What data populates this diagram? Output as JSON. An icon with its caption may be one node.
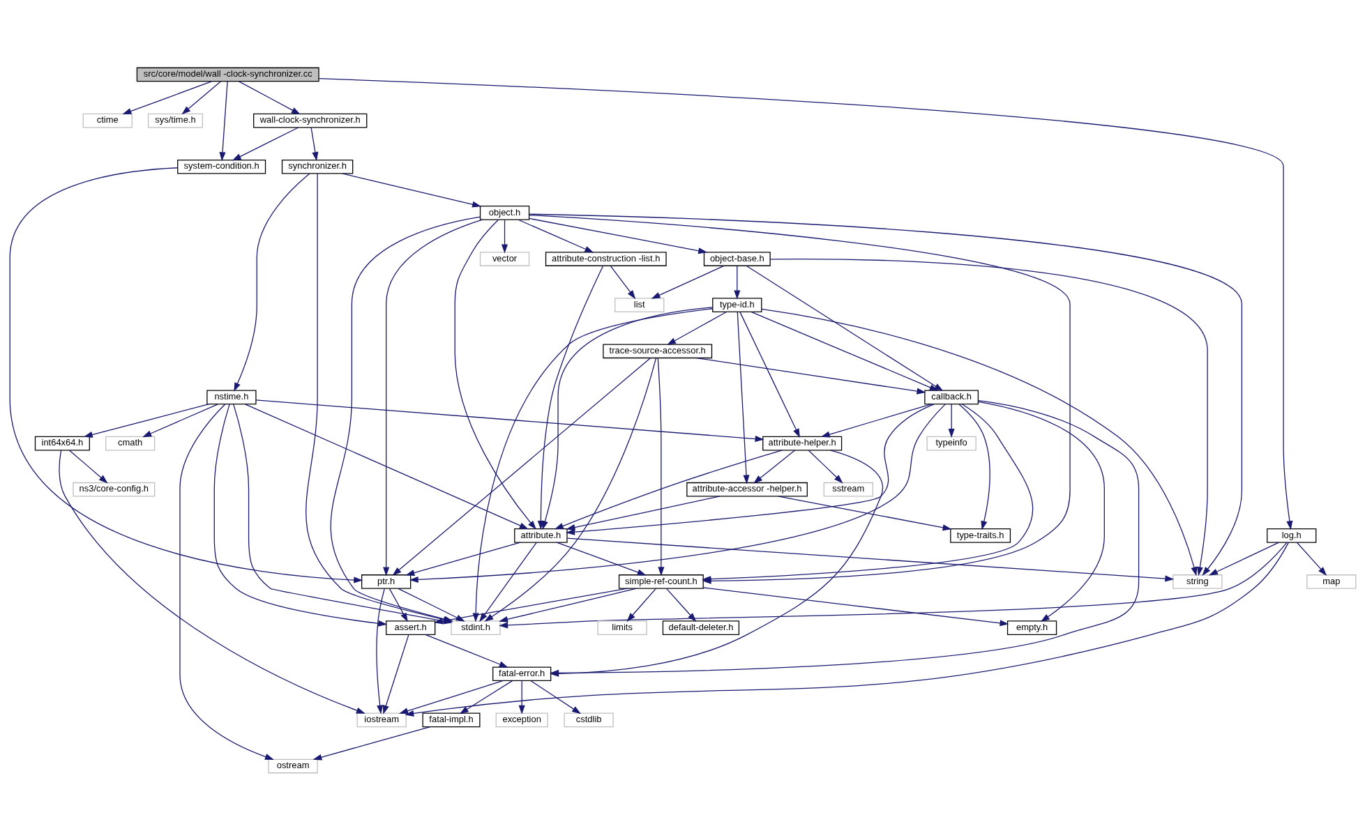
{
  "diagram": {
    "nodes": [
      {
        "text": [
          "src/core/model/wall -clock-synchronizer.cc"
        ]
      },
      {
        "text": [
          "ctime"
        ]
      },
      {
        "text": [
          "sys/time.h"
        ]
      },
      {
        "text": [
          "wall-clock-synchronizer.h"
        ]
      },
      {
        "text": [
          "system-condition.h"
        ]
      },
      {
        "text": [
          "synchronizer.h"
        ]
      },
      {
        "text": [
          "object.h"
        ]
      },
      {
        "text": [
          "attribute-construction -list.h"
        ]
      },
      {
        "text": [
          "vector"
        ]
      },
      {
        "text": [
          "object-base.h"
        ]
      },
      {
        "text": [
          "list"
        ]
      },
      {
        "text": [
          "type-id.h"
        ]
      },
      {
        "text": [
          "trace-source-accessor.h"
        ]
      },
      {
        "text": [
          "callback.h"
        ]
      },
      {
        "text": [
          "typeinfo"
        ]
      },
      {
        "text": [
          "attribute-helper.h"
        ]
      },
      {
        "text": [
          "sstream"
        ]
      },
      {
        "text": [
          "nstime.h"
        ]
      },
      {
        "text": [
          "int64x64.h"
        ]
      },
      {
        "text": [
          "cmath"
        ]
      },
      {
        "text": [
          "ns3/core-config.h"
        ]
      },
      {
        "text": [
          "attribute-accessor -helper.h"
        ]
      },
      {
        "text": [
          "type-traits.h"
        ]
      },
      {
        "text": [
          "attribute.h"
        ]
      },
      {
        "text": [
          "log.h"
        ]
      },
      {
        "text": [
          "map"
        ]
      },
      {
        "text": [
          "simple-ref-count.h"
        ]
      },
      {
        "text": [
          "ptr.h"
        ]
      },
      {
        "text": [
          "string"
        ]
      },
      {
        "text": [
          "default-deleter.h"
        ]
      },
      {
        "text": [
          "limits"
        ]
      },
      {
        "text": [
          "empty.h"
        ]
      },
      {
        "text": [
          "assert.h"
        ]
      },
      {
        "text": [
          "stdint.h"
        ]
      },
      {
        "text": [
          "fatal-error.h"
        ]
      },
      {
        "text": [
          "exception"
        ]
      },
      {
        "text": [
          "cstdlib"
        ]
      },
      {
        "text": [
          "fatal-impl.h"
        ]
      },
      {
        "text": [
          "iostream"
        ]
      },
      {
        "text": [
          "ostream"
        ]
      }
    ],
    "edges": [
      {
        "from": 0,
        "to": 1,
        "arrow": "to"
      },
      {
        "from": 0,
        "to": 2,
        "arrow": "to"
      },
      {
        "from": 0,
        "to": 4,
        "arrow": "to"
      },
      {
        "from": 0,
        "to": 3,
        "arrow": "to"
      },
      {
        "from": 0,
        "to": 24,
        "arrow": "to"
      },
      {
        "from": 3,
        "to": 4,
        "arrow": "to"
      },
      {
        "from": 3,
        "to": 5,
        "arrow": "to"
      },
      {
        "from": 4,
        "to": 27,
        "arrow": "to"
      },
      {
        "from": 5,
        "to": 6,
        "arrow": "to"
      },
      {
        "from": 5,
        "to": 33,
        "arrow": "to"
      },
      {
        "from": 5,
        "to": 17,
        "arrow": "to"
      },
      {
        "from": 6,
        "to": 7,
        "arrow": "to"
      },
      {
        "from": 6,
        "to": 8,
        "arrow": "to"
      },
      {
        "from": 6,
        "to": 9,
        "arrow": "to"
      },
      {
        "from": 6,
        "to": 23,
        "arrow": "to"
      },
      {
        "from": 6,
        "to": 26,
        "arrow": "to"
      },
      {
        "from": 6,
        "to": 27,
        "arrow": "to"
      },
      {
        "from": 6,
        "to": 28,
        "arrow": "to"
      },
      {
        "from": 6,
        "to": 33,
        "arrow": "to"
      },
      {
        "from": 7,
        "to": 10,
        "arrow": "to"
      },
      {
        "from": 7,
        "to": 23,
        "arrow": "to"
      },
      {
        "from": 9,
        "to": 10,
        "arrow": "to"
      },
      {
        "from": 9,
        "to": 13,
        "arrow": "to"
      },
      {
        "from": 9,
        "to": 11,
        "arrow": "to"
      },
      {
        "from": 9,
        "to": 28,
        "arrow": "to"
      },
      {
        "from": 11,
        "to": 12,
        "arrow": "to"
      },
      {
        "from": 11,
        "to": 13,
        "arrow": "to"
      },
      {
        "from": 11,
        "to": 15,
        "arrow": "to"
      },
      {
        "from": 11,
        "to": 21,
        "arrow": "to"
      },
      {
        "from": 11,
        "to": 23,
        "arrow": "to"
      },
      {
        "from": 11,
        "to": 28,
        "arrow": "to"
      },
      {
        "from": 11,
        "to": 33,
        "arrow": "to"
      },
      {
        "from": 12,
        "to": 13,
        "arrow": "to"
      },
      {
        "from": 12,
        "to": 26,
        "arrow": "to"
      },
      {
        "from": 12,
        "to": 27,
        "arrow": "to"
      },
      {
        "from": 12,
        "to": 33,
        "arrow": "to"
      },
      {
        "from": 13,
        "to": 14,
        "arrow": "to"
      },
      {
        "from": 13,
        "to": 15,
        "arrow": "to"
      },
      {
        "from": 13,
        "to": 22,
        "arrow": "to"
      },
      {
        "from": 13,
        "to": 23,
        "arrow": "to"
      },
      {
        "from": 13,
        "to": 26,
        "arrow": "to"
      },
      {
        "from": 13,
        "to": 27,
        "arrow": "to"
      },
      {
        "from": 13,
        "to": 31,
        "arrow": "to"
      },
      {
        "from": 13,
        "to": 34,
        "arrow": "to"
      },
      {
        "from": 15,
        "to": 16,
        "arrow": "to"
      },
      {
        "from": 15,
        "to": 21,
        "arrow": "to"
      },
      {
        "from": 15,
        "to": 23,
        "arrow": "to"
      },
      {
        "from": 15,
        "to": 34,
        "arrow": "to"
      },
      {
        "from": 17,
        "to": 15,
        "arrow": "to"
      },
      {
        "from": 17,
        "to": 23,
        "arrow": "to"
      },
      {
        "from": 17,
        "to": 32,
        "arrow": "to"
      },
      {
        "from": 17,
        "to": 33,
        "arrow": "to"
      },
      {
        "from": 17,
        "to": 18,
        "arrow": "to"
      },
      {
        "from": 17,
        "to": 19,
        "arrow": "to"
      },
      {
        "from": 17,
        "to": 39,
        "arrow": "to"
      },
      {
        "from": 18,
        "to": 20,
        "arrow": "to"
      },
      {
        "from": 18,
        "to": 38,
        "arrow": "to"
      },
      {
        "from": 21,
        "to": 22,
        "arrow": "to"
      },
      {
        "from": 21,
        "to": 23,
        "arrow": "to"
      },
      {
        "from": 23,
        "to": 26,
        "arrow": "to"
      },
      {
        "from": 23,
        "to": 27,
        "arrow": "to"
      },
      {
        "from": 23,
        "to": 28,
        "arrow": "to"
      },
      {
        "from": 23,
        "to": 33,
        "arrow": "to"
      },
      {
        "from": 24,
        "to": 28,
        "arrow": "to"
      },
      {
        "from": 24,
        "to": 33,
        "arrow": "to"
      },
      {
        "from": 24,
        "to": 25,
        "arrow": "to"
      },
      {
        "from": 24,
        "to": 38,
        "arrow": "to"
      },
      {
        "from": 26,
        "to": 29,
        "arrow": "to"
      },
      {
        "from": 26,
        "to": 30,
        "arrow": "to"
      },
      {
        "from": 26,
        "to": 31,
        "arrow": "to"
      },
      {
        "from": 26,
        "to": 32,
        "arrow": "to"
      },
      {
        "from": 26,
        "to": 33,
        "arrow": "to"
      },
      {
        "from": 27,
        "to": 32,
        "arrow": "to"
      },
      {
        "from": 27,
        "to": 33,
        "arrow": "to"
      },
      {
        "from": 27,
        "to": 38,
        "arrow": "to"
      },
      {
        "from": 32,
        "to": 34,
        "arrow": "to"
      },
      {
        "from": 32,
        "to": 38,
        "arrow": "to"
      },
      {
        "from": 34,
        "to": 35,
        "arrow": "to"
      },
      {
        "from": 34,
        "to": 36,
        "arrow": "to"
      },
      {
        "from": 34,
        "to": 37,
        "arrow": "to"
      },
      {
        "from": 34,
        "to": 38,
        "arrow": "to"
      },
      {
        "from": 37,
        "to": 39,
        "arrow": "to"
      }
    ]
  }
}
